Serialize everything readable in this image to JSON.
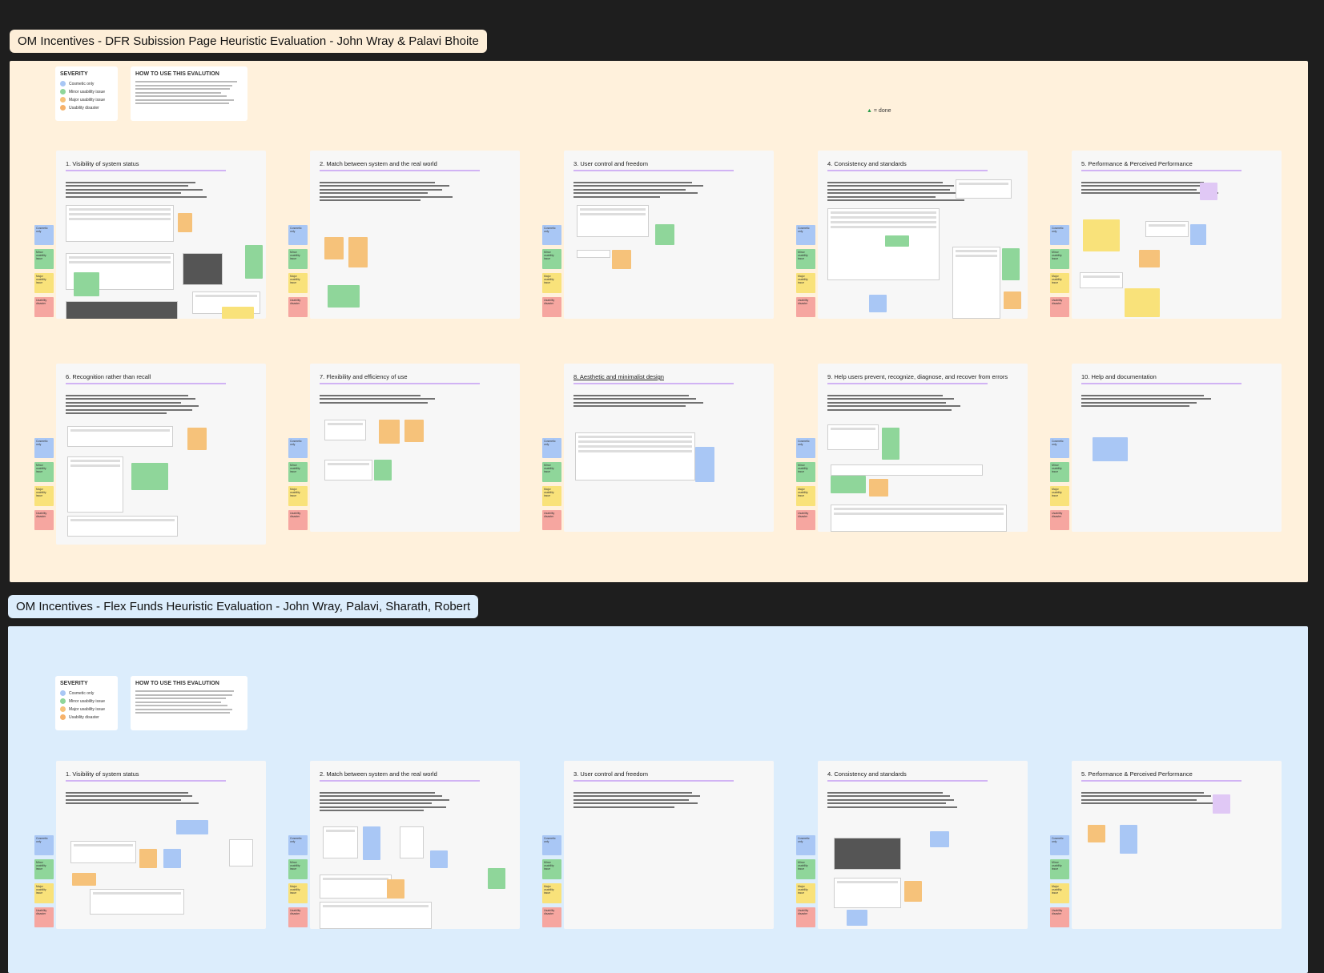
{
  "colors": {
    "canvas_bg": "#1e1e1e",
    "section1_bg": "#fff1dc",
    "section1_label_bg": "#fdeed8",
    "section2_bg": "#dcedfc",
    "section2_label_bg": "#dcedfc",
    "severity": [
      "#a9c7f5",
      "#8fd69a",
      "#f9e27a",
      "#f6c27a",
      "#f6a6a0"
    ]
  },
  "sections": [
    {
      "title": "OM Incentives - DFR Subission Page Heuristic Evaluation - John Wray & Palavi Bhoite",
      "severity_title": "SEVERITY",
      "severity_items": [
        "Cosmetic only",
        "Minor usability issue",
        "Major usability issue",
        "Usability disaster"
      ],
      "how_title": "HOW TO USE THIS EVALUTION",
      "done_label": "= done",
      "cards": [
        {
          "title": "1. Visibility of system status"
        },
        {
          "title": "2. Match between system and the real world"
        },
        {
          "title": "3. User control and freedom"
        },
        {
          "title": "4. Consistency and standards"
        },
        {
          "title": "5. Performance & Perceived Performance"
        },
        {
          "title": "6. Recognition rather than recall"
        },
        {
          "title": "7. Flexibility and efficiency of use"
        },
        {
          "title": "8. Aesthetic and minimalist design"
        },
        {
          "title": "9. Help users prevent, recognize, diagnose, and recover from errors"
        },
        {
          "title": "10. Help and documentation"
        }
      ]
    },
    {
      "title": "OM Incentives - Flex Funds Heuristic Evaluation - John Wray, Palavi, Sharath, Robert",
      "severity_title": "SEVERITY",
      "severity_items": [
        "Cosmetic only",
        "Minor usability issue",
        "Major usability issue",
        "Usability disaster"
      ],
      "how_title": "HOW TO USE THIS EVALUTION",
      "cards": [
        {
          "title": "1. Visibility of system status"
        },
        {
          "title": "2. Match between system and the real world"
        },
        {
          "title": "3. User control and freedom"
        },
        {
          "title": "4. Consistency and standards"
        },
        {
          "title": "5. Performance & Perceived Performance"
        }
      ]
    }
  ],
  "legend_labels": [
    "Cosmetic only",
    "Minor usability issue",
    "Major usability issue",
    "Usability disaster"
  ]
}
